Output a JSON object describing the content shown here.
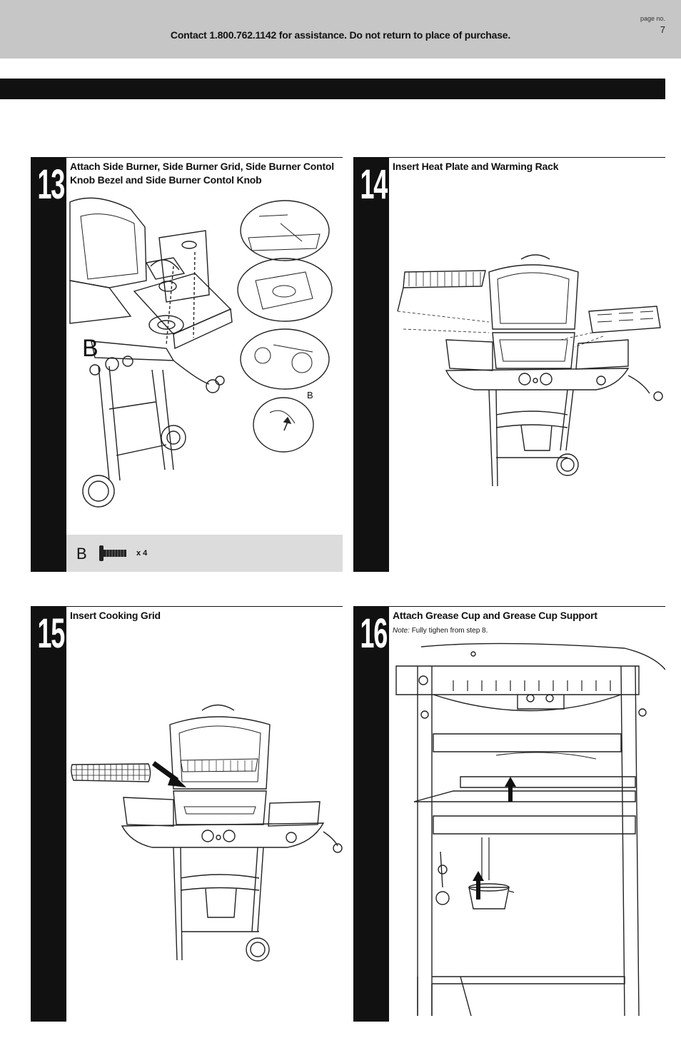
{
  "header": {
    "contact_text": "Contact 1.800.762.1142 for assistance. Do not return to place of purchase.",
    "page_label": "page no.",
    "page_number": "7"
  },
  "steps": [
    {
      "number": "13",
      "title": "Attach Side Burner, Side Burner Grid, Side Burner Contol Knob Bezel and Side Burner Contol Knob",
      "callout_main": "B",
      "callout_detail": "B",
      "hardware": {
        "letter": "B",
        "qty": "x 4"
      }
    },
    {
      "number": "14",
      "title": "Insert Heat Plate and Warming Rack"
    },
    {
      "number": "15",
      "title": "Insert Cooking Grid"
    },
    {
      "number": "16",
      "title": "Attach Grease Cup and Grease Cup Support",
      "note_label": "Note:",
      "note_text": "Fully tighen from step 8."
    }
  ]
}
